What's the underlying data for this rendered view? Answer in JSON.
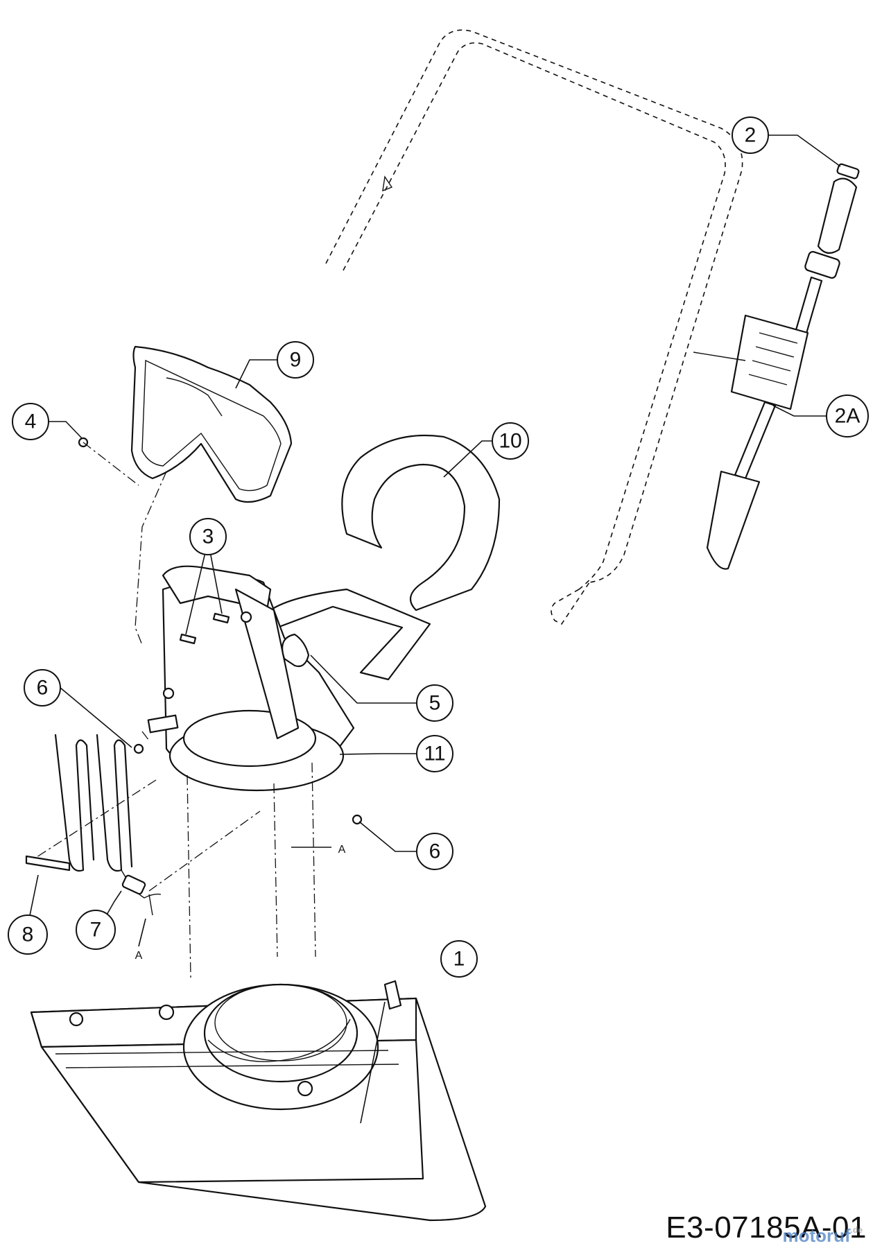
{
  "diagram": {
    "code": "E3-07185A-01",
    "watermark": {
      "text": "motoruf",
      "tld": ".de"
    },
    "callouts": [
      "1",
      "2",
      "2A",
      "3",
      "4",
      "5",
      "6",
      "6",
      "7",
      "8",
      "9",
      "10",
      "11"
    ],
    "reference_marks": [
      "A",
      "A"
    ]
  }
}
